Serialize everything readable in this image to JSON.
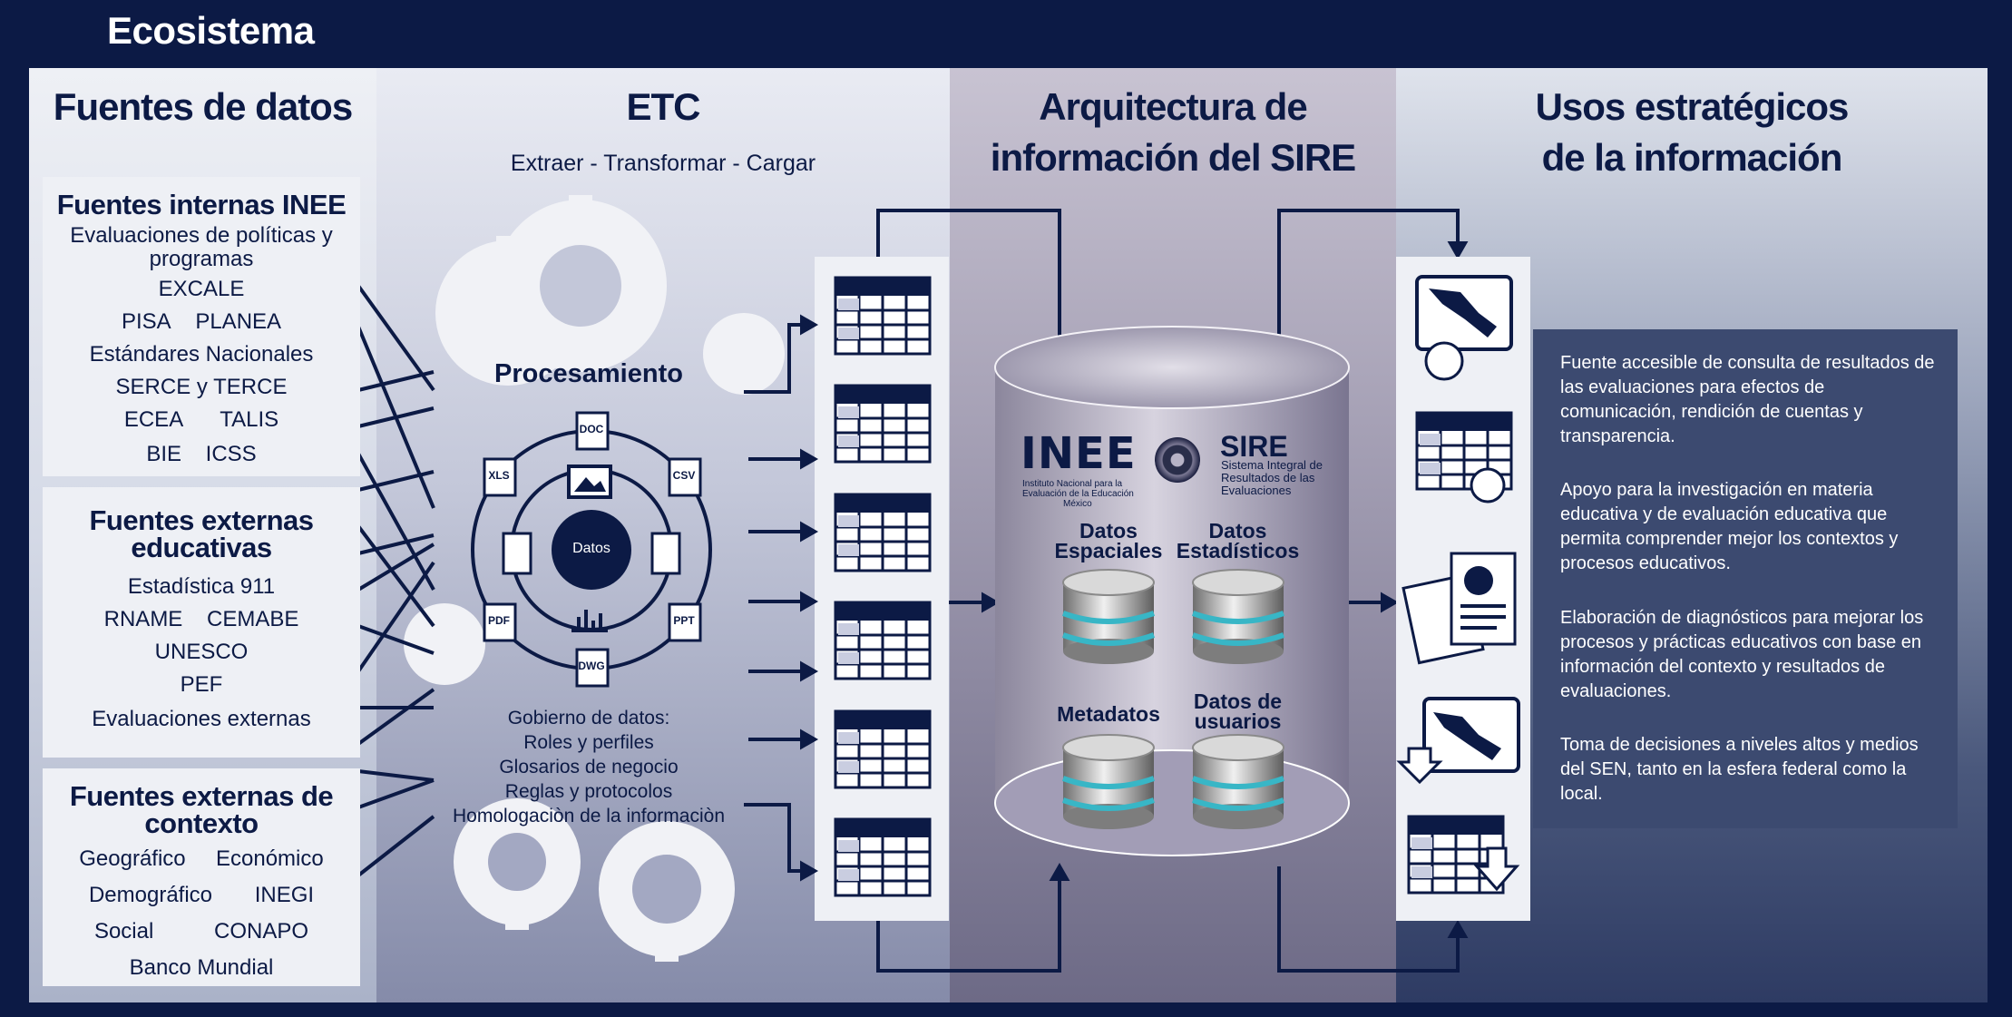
{
  "header": {
    "title": "Ecosistema"
  },
  "columns": {
    "sources": {
      "title": "Fuentes de datos"
    },
    "etc": {
      "title": "ETC",
      "subtitle": "Extraer - Transformar - Cargar"
    },
    "architecture": {
      "title_line1": "Arquitectura de",
      "title_line2": "información del SIRE"
    },
    "uses": {
      "title_line1": "Usos estratégicos",
      "title_line2": "de la información"
    }
  },
  "internal_sources": {
    "title": "Fuentes internas INEE",
    "line1": "Evaluaciones de políticas y",
    "line2": "programas",
    "excale": "EXCALE",
    "pisa": "PISA",
    "planea": "PLANEA",
    "estandares": "Estándares Nacionales",
    "serce": "SERCE y TERCE",
    "ecea": "ECEA",
    "talis": "TALIS",
    "bie": "BIE",
    "icss": "ICSS"
  },
  "external_edu_sources": {
    "title_line1": "Fuentes externas",
    "title_line2": "educativas",
    "estadistica": "Estadística 911",
    "rname": "RNAME",
    "cemabe": "CEMABE",
    "unesco": "UNESCO",
    "pef": "PEF",
    "evaluaciones": "Evaluaciones externas"
  },
  "external_context_sources": {
    "title_line1": "Fuentes externas de",
    "title_line2": "contexto",
    "geografico": "Geográfico",
    "economico": "Económico",
    "demografico": "Demográfico",
    "inegi": "INEGI",
    "social": "Social",
    "conapo": "CONAPO",
    "banco": "Banco Mundial"
  },
  "processing": {
    "title": "Procesamiento",
    "center": "Datos",
    "file_types": [
      "DOC",
      "CSV",
      "PPT",
      "DWG",
      "PDF",
      "XLS"
    ],
    "governance": [
      "Gobierno de datos:",
      "Roles y perfiles",
      "Glosarios de negocio",
      "Reglas y protocolos",
      "Homologaciòn de la informaciòn"
    ]
  },
  "sire": {
    "inee_logo": "INEE",
    "inee_sub1": "Instituto Nacional para la",
    "inee_sub2": "Evaluación de la Educación",
    "inee_sub3": "México",
    "sire_logo": "SIRE",
    "sire_sub1": "Sistema Integral de",
    "sire_sub2": "Resultados de las",
    "sire_sub3": "Evaluaciones",
    "db1_line1": "Datos",
    "db1_line2": "Espaciales",
    "db2_line1": "Datos",
    "db2_line2": "Estadísticos",
    "db3_line1": "Metadatos",
    "db4_line1": "Datos de",
    "db4_line2": "usuarios"
  },
  "uses": {
    "items": [
      "Fuente accesible de consulta de resultados de las evaluaciones para efectos de comunicación, rendición de cuentas y transparencia.",
      "Apoyo para la investigación en materia educativa y de evaluación educativa que permita comprender mejor los contextos y procesos educativos.",
      "Elaboración de diagnósticos para mejorar los procesos y prácticas educativos con base en información del contexto y resultados de evaluaciones.",
      "Toma de decisiones a niveles altos y medios del SEN, tanto en la esfera federal como la local."
    ]
  },
  "colors": {
    "navy": "#0c1a45",
    "teal": "#38b6c6"
  }
}
